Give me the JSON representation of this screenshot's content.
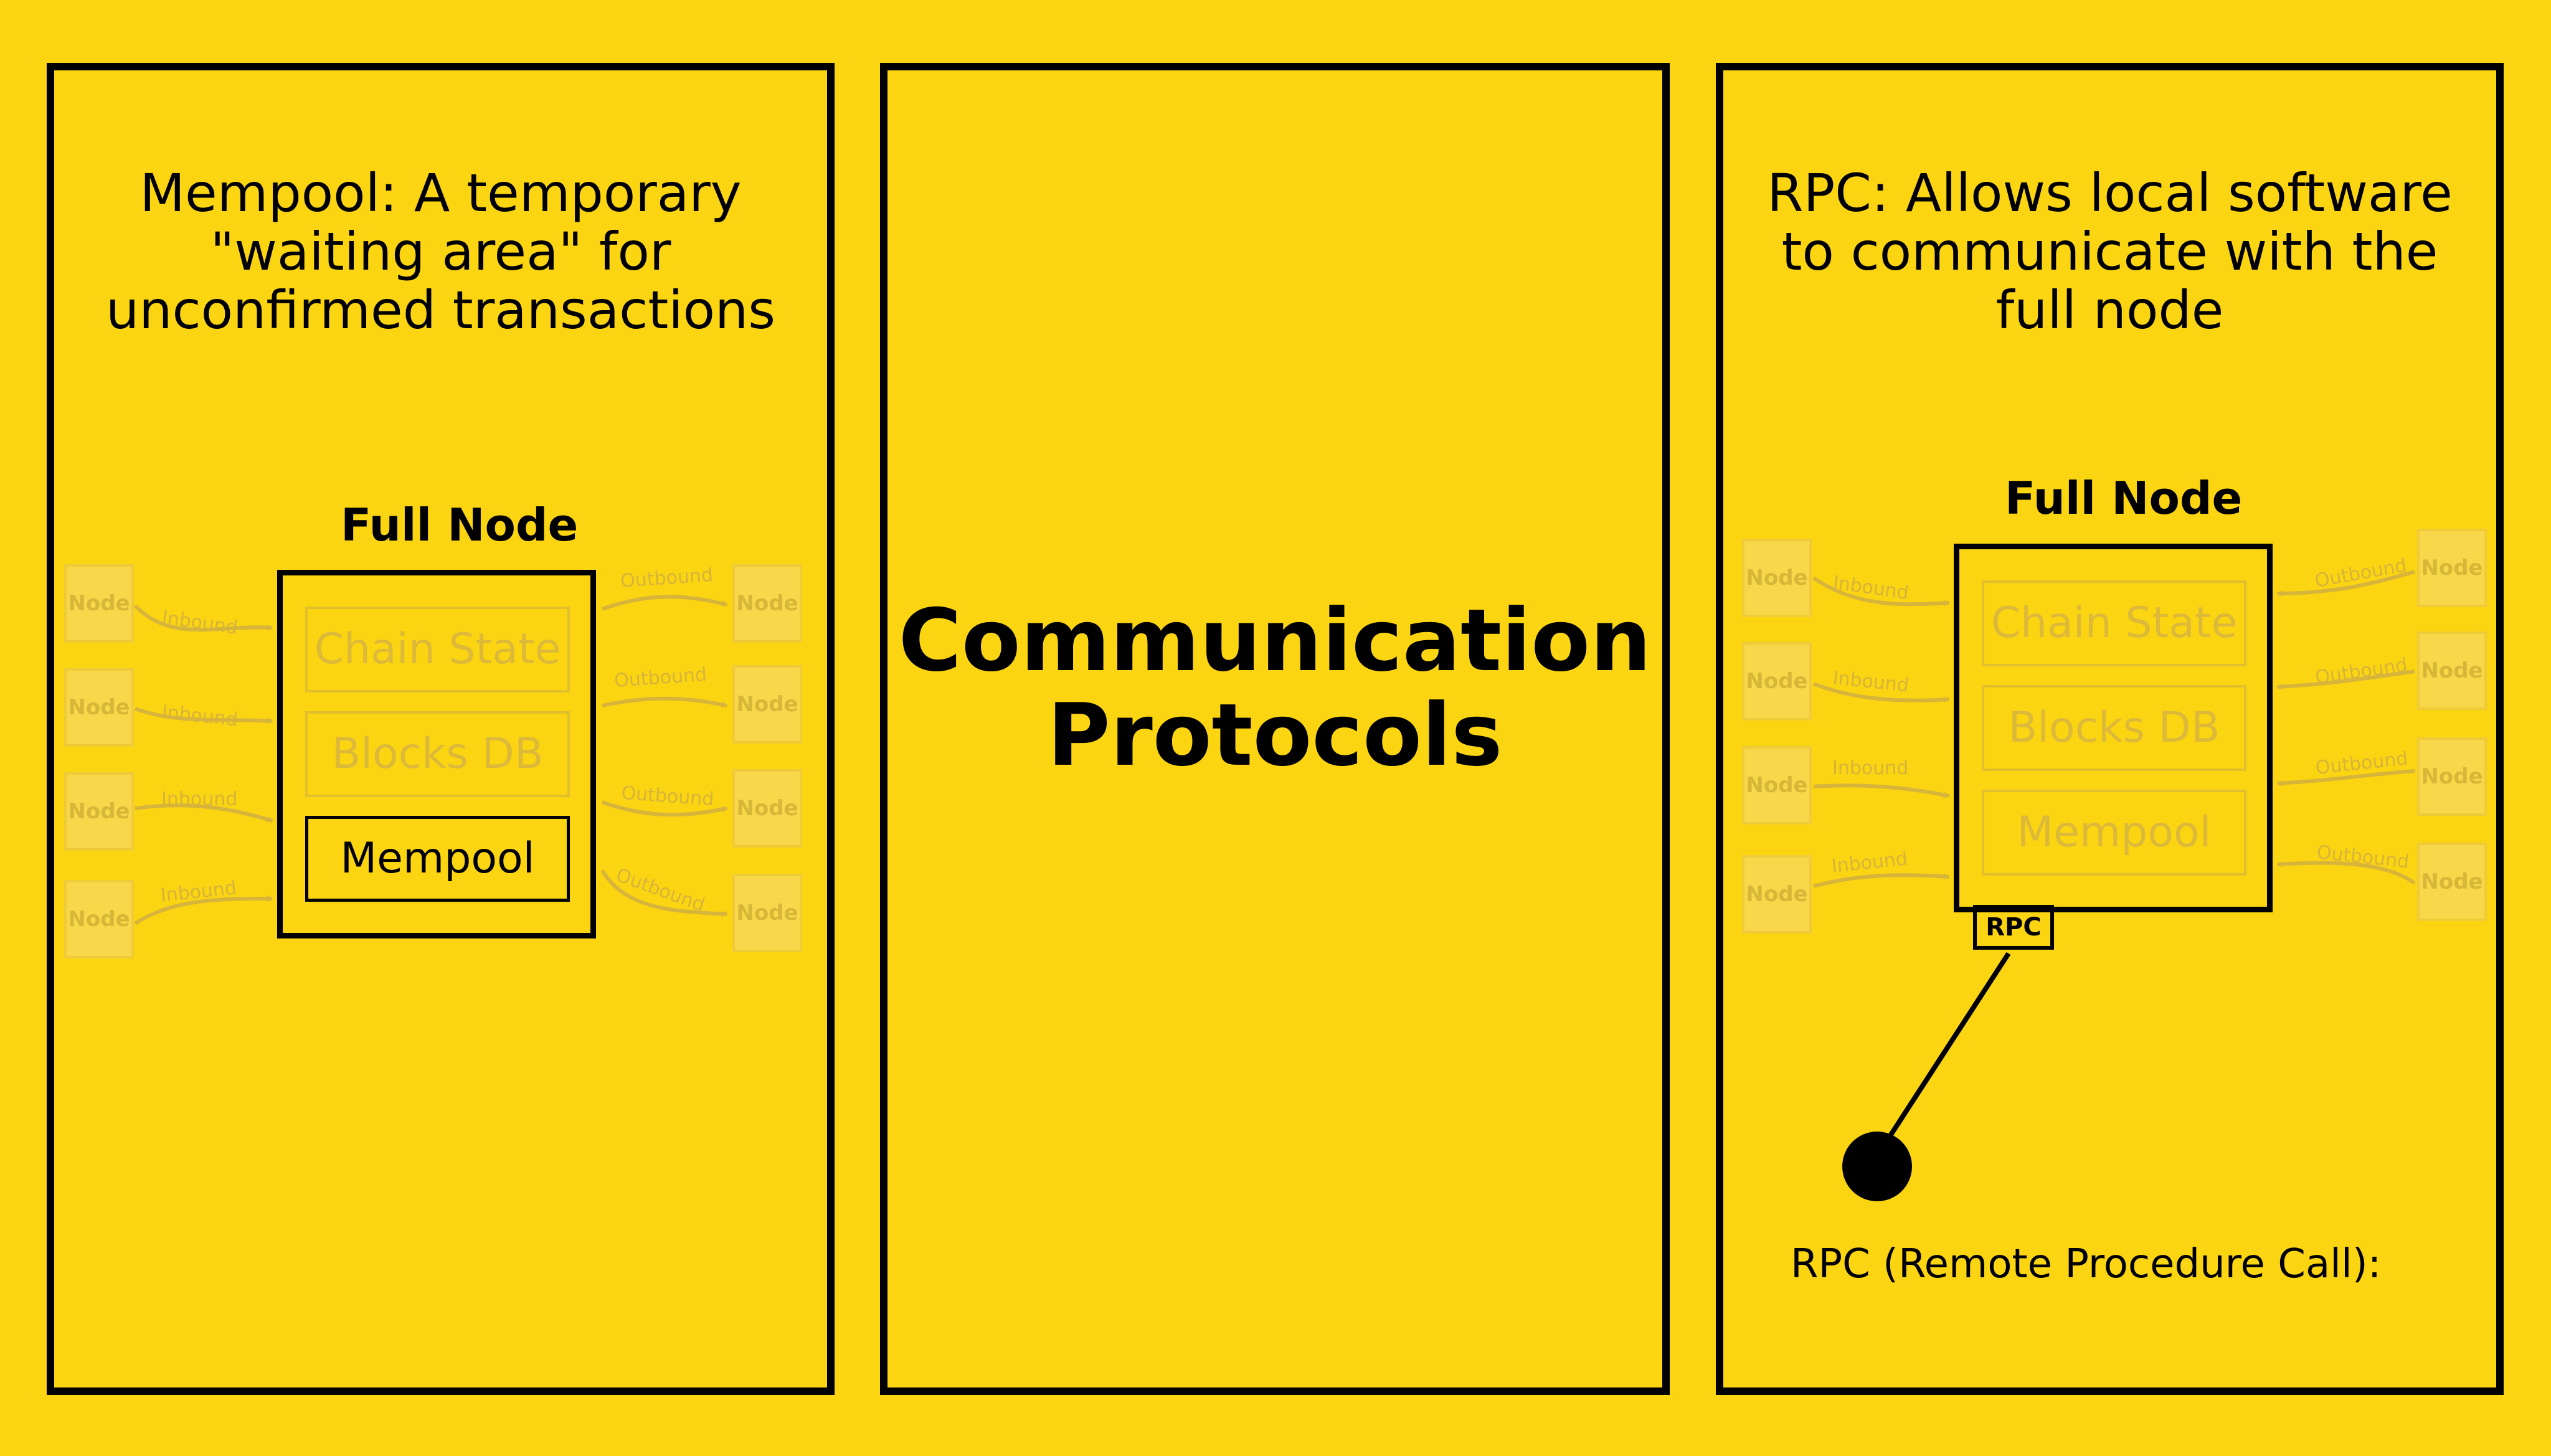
{
  "left": {
    "caption_lead": "Mempool:",
    "caption_line1_rest": " A temporary",
    "caption_line2": "\"waiting area\" for",
    "caption_line3": "unconfirmed transactions",
    "node_title": "Full Node",
    "boxes": [
      "Chain State",
      "Blocks DB",
      "Mempool"
    ],
    "peer_label": "Node",
    "inbound_label": "Inbound",
    "outbound_label": "Outbound"
  },
  "middle": {
    "title_line1": "Communication",
    "title_line2": "Protocols"
  },
  "right": {
    "caption_line1": "RPC: Allows local software",
    "caption_line2": "to communicate with the",
    "caption_line3": "full node",
    "node_title": "Full Node",
    "boxes": [
      "Chain State",
      "Blocks DB",
      "Mempool"
    ],
    "peer_label": "Node",
    "inbound_label": "Inbound",
    "outbound_label": "Outbound",
    "rpc_tag": "RPC",
    "footer": "RPC (Remote Procedure Call):"
  },
  "colors": {
    "background": "#FCD512",
    "ink": "#000000",
    "faded": "#DDB93A"
  }
}
